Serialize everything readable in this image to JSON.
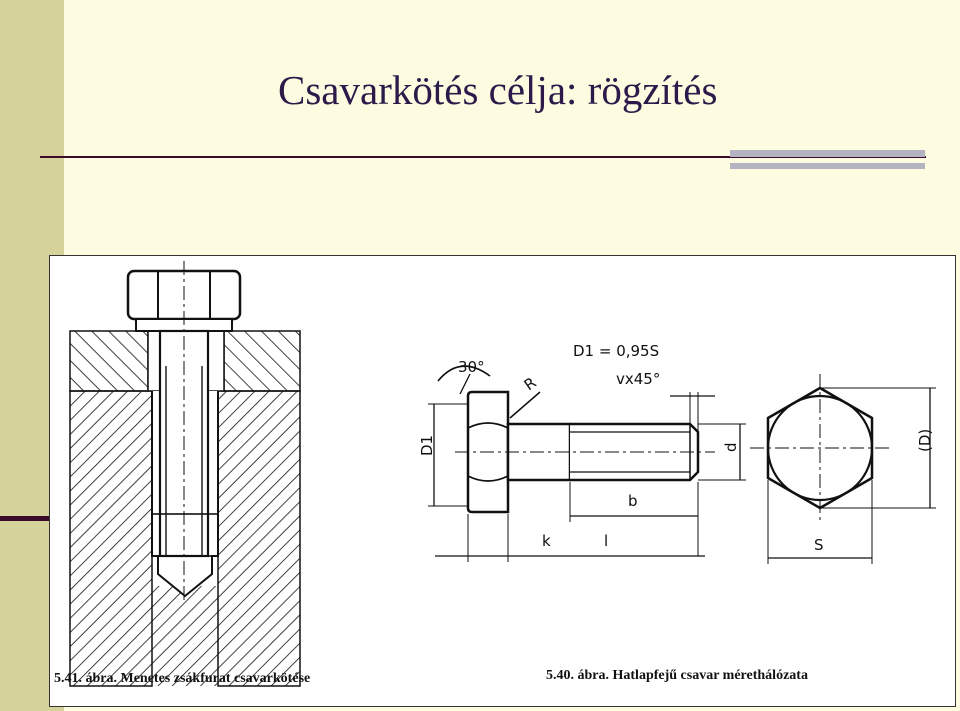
{
  "slide": {
    "title": "Csavarkötés célja: rögzítés"
  },
  "figure": {
    "caption_left": "5.41. ábra. Menetes zsákfurat csavarkötése",
    "caption_right": "5.40. ábra. Hatlapfejű csavar mérethálózata",
    "labels": {
      "angle": "30°",
      "radius": "R",
      "head_diameter_formula": "D1 = 0,95S",
      "chamfer": "vx45°",
      "head_diameter": "D1",
      "thread_diameter": "d",
      "thread_length": "b",
      "head_height": "k",
      "shank_length": "l",
      "across_flats": "S",
      "across_corners": "(D)"
    }
  }
}
